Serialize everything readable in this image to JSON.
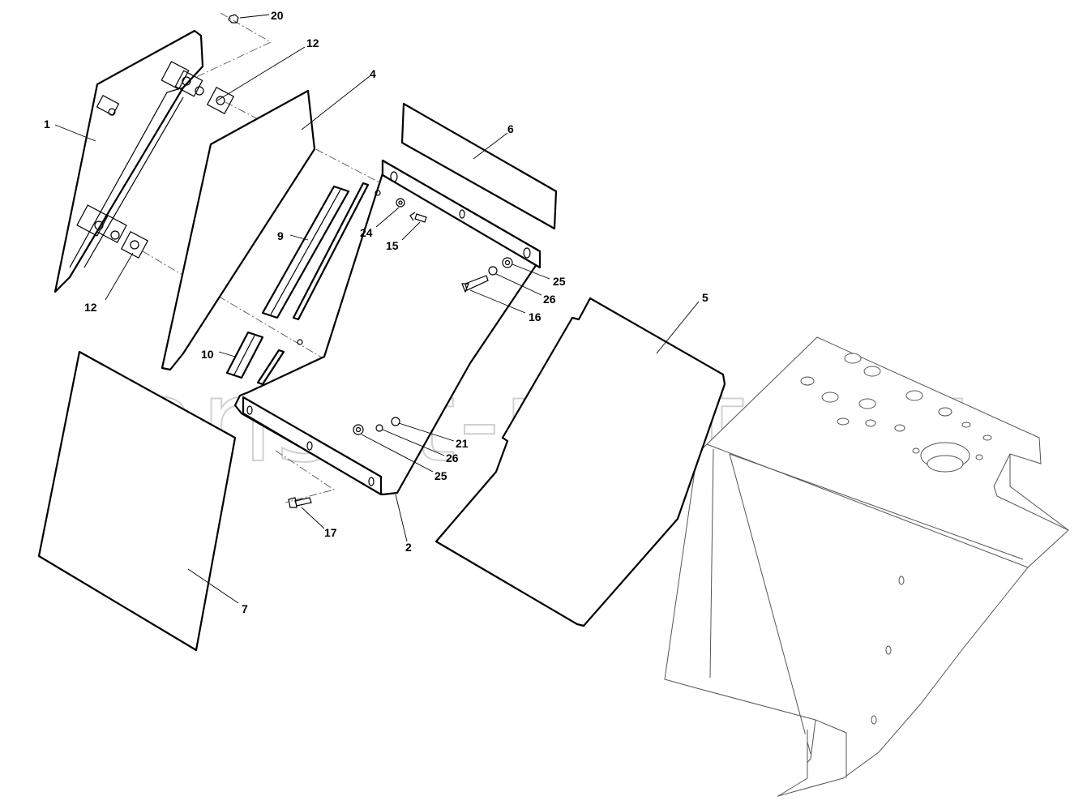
{
  "diagram": {
    "watermark": "ansat-parts.ru",
    "drawing_code": "",
    "callouts": [
      {
        "id": "label-20",
        "text": "20"
      },
      {
        "id": "label-12-top",
        "text": "12"
      },
      {
        "id": "label-4",
        "text": "4"
      },
      {
        "id": "label-1",
        "text": "1"
      },
      {
        "id": "label-6",
        "text": "6"
      },
      {
        "id": "label-9",
        "text": "9"
      },
      {
        "id": "label-24",
        "text": "24"
      },
      {
        "id": "label-15",
        "text": "15"
      },
      {
        "id": "label-12-bottom",
        "text": "12"
      },
      {
        "id": "label-25-top",
        "text": "25"
      },
      {
        "id": "label-26-top",
        "text": "26"
      },
      {
        "id": "label-16",
        "text": "16"
      },
      {
        "id": "label-5",
        "text": "5"
      },
      {
        "id": "label-10",
        "text": "10"
      },
      {
        "id": "label-21",
        "text": "21"
      },
      {
        "id": "label-26-bottom",
        "text": "26"
      },
      {
        "id": "label-25-bottom",
        "text": "25"
      },
      {
        "id": "label-17",
        "text": "17"
      },
      {
        "id": "label-2",
        "text": "2"
      },
      {
        "id": "label-7",
        "text": "7"
      }
    ]
  }
}
